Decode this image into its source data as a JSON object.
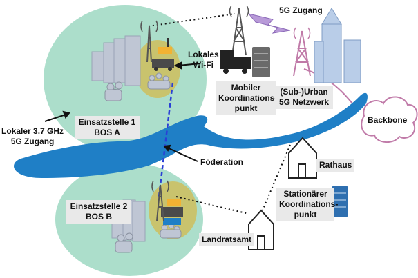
{
  "labels": {
    "zugang_5g": "5G Zugang",
    "lokales_wifi": [
      "Lokales",
      "Wi-Fi"
    ],
    "mobiler_koordinationspunkt": [
      "Mobiler",
      "Koordinations-",
      "punkt"
    ],
    "sub_urban_5g": [
      "(Sub-)Urban",
      "5G Netzwerk"
    ],
    "backbone": "Backbone",
    "einsatzstelle_1": [
      "Einsatzstelle 1",
      "BOS A"
    ],
    "lokaler_zugang": [
      "Lokaler 3.7 GHz",
      "5G Zugang"
    ],
    "foederation": "Föderation",
    "rathaus": "Rathaus",
    "einsatzstelle_2": [
      "Einsatzstelle 2",
      "BOS B"
    ],
    "stationaerer_koordinationspunkt": [
      "Stationärer",
      "Koordinations-",
      "punkt"
    ],
    "landratsamt": "Landratsamt"
  },
  "colors": {
    "zone_fill": "#a8dcc8",
    "inner_zone": "#c9c36d",
    "river": "#1f7fc6",
    "backbone_cloud": "#c07aa8",
    "federation_link": "#2a3fd6",
    "tower": "#555555",
    "building": "#bfc6d4",
    "urban_building": "#b9cde8"
  }
}
